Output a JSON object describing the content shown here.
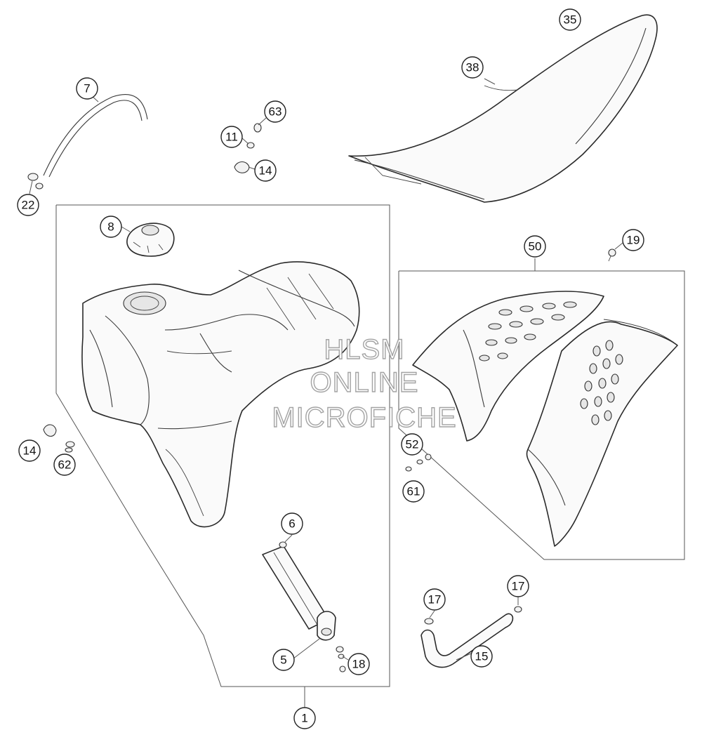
{
  "watermark": {
    "line1": "HLSM",
    "line2": "ONLINE",
    "line3": "MICROFICHE"
  },
  "callouts": [
    {
      "id": "c35",
      "label": "35"
    },
    {
      "id": "c38",
      "label": "38"
    },
    {
      "id": "c7",
      "label": "7"
    },
    {
      "id": "c63",
      "label": "63"
    },
    {
      "id": "c11",
      "label": "11"
    },
    {
      "id": "c14a",
      "label": "14"
    },
    {
      "id": "c22",
      "label": "22"
    },
    {
      "id": "c8",
      "label": "8"
    },
    {
      "id": "c50",
      "label": "50"
    },
    {
      "id": "c19",
      "label": "19"
    },
    {
      "id": "c14b",
      "label": "14"
    },
    {
      "id": "c62",
      "label": "62"
    },
    {
      "id": "c52",
      "label": "52"
    },
    {
      "id": "c61",
      "label": "61"
    },
    {
      "id": "c6",
      "label": "6"
    },
    {
      "id": "c17a",
      "label": "17"
    },
    {
      "id": "c17b",
      "label": "17"
    },
    {
      "id": "c5",
      "label": "5"
    },
    {
      "id": "c18",
      "label": "18"
    },
    {
      "id": "c15",
      "label": "15"
    },
    {
      "id": "c1",
      "label": "1"
    }
  ]
}
